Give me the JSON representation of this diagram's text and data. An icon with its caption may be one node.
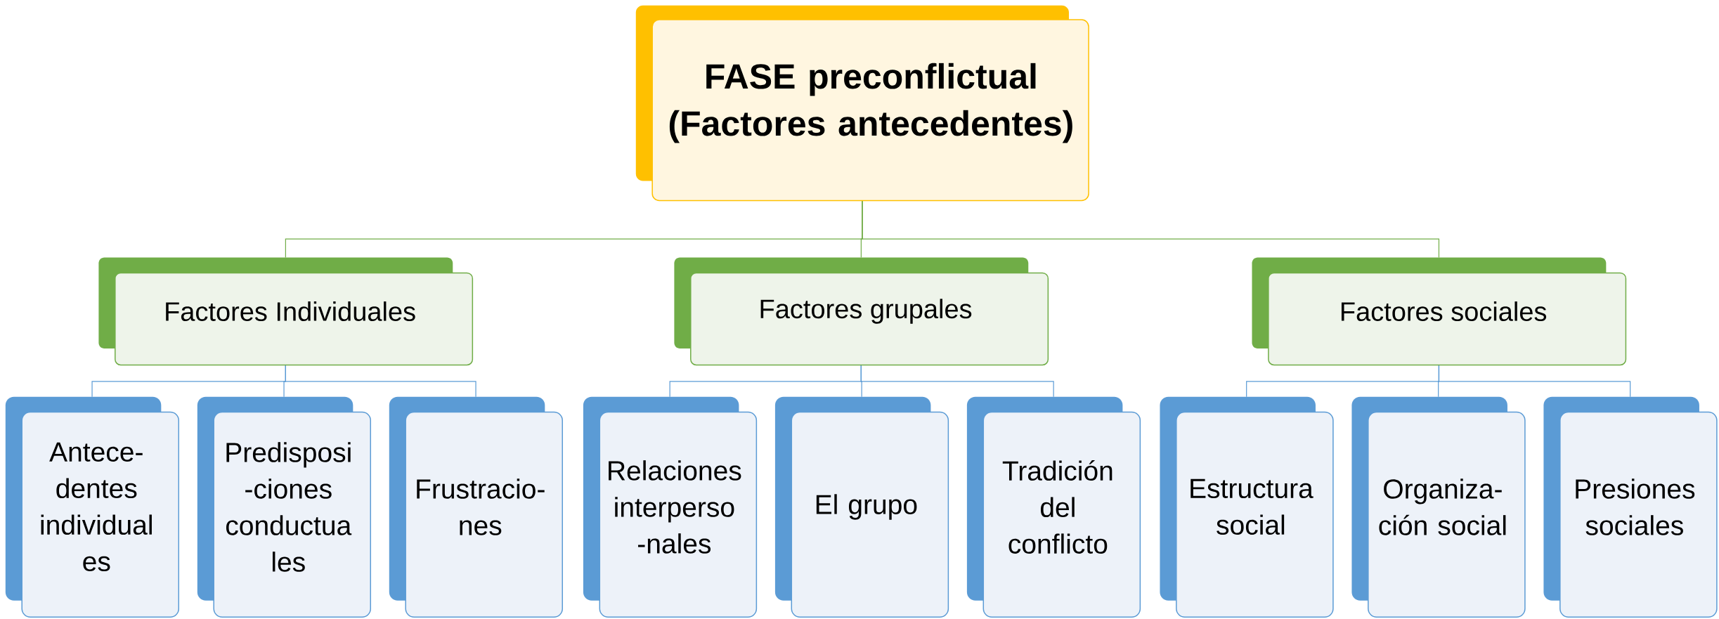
{
  "diagram": {
    "nodes": [
      {
        "text": [
          "FASE preconflictual (Factores antecedentes)"
        ]
      },
      {
        "text": [
          "Factores Individuales"
        ]
      },
      {
        "text": [
          "Factores grupales"
        ]
      },
      {
        "text": [
          "Factores sociales"
        ]
      },
      {
        "text": [
          "Antece- dentes individual es"
        ]
      },
      {
        "text": [
          "Predisposi -ciones conductua les"
        ]
      },
      {
        "text": [
          "Frustracio- nes"
        ]
      },
      {
        "text": [
          "Relaciones interperso -nales"
        ]
      },
      {
        "text": [
          "El grupo"
        ]
      },
      {
        "text": [
          "Tradición del conflicto"
        ]
      },
      {
        "text": [
          "Estructura social"
        ]
      },
      {
        "text": [
          "Organiza- ción social"
        ]
      },
      {
        "text": [
          "Presiones sociales"
        ]
      }
    ],
    "edges": [
      {
        "from": 0,
        "to": 1,
        "arrow": "none",
        "color": "#70ad47"
      },
      {
        "from": 0,
        "to": 2,
        "arrow": "none",
        "color": "#70ad47"
      },
      {
        "from": 0,
        "to": 3,
        "arrow": "none",
        "color": "#70ad47"
      },
      {
        "from": 1,
        "to": 4,
        "arrow": "none"
      },
      {
        "from": 1,
        "to": 5,
        "arrow": "none"
      },
      {
        "from": 1,
        "to": 6,
        "arrow": "none"
      },
      {
        "from": 2,
        "to": 7,
        "arrow": "none"
      },
      {
        "from": 2,
        "to": 8,
        "arrow": "none"
      },
      {
        "from": 2,
        "to": 9,
        "arrow": "none"
      },
      {
        "from": 3,
        "to": 10,
        "arrow": "none"
      },
      {
        "from": 3,
        "to": 11,
        "arrow": "none"
      },
      {
        "from": 3,
        "to": 12,
        "arrow": "none"
      }
    ]
  }
}
